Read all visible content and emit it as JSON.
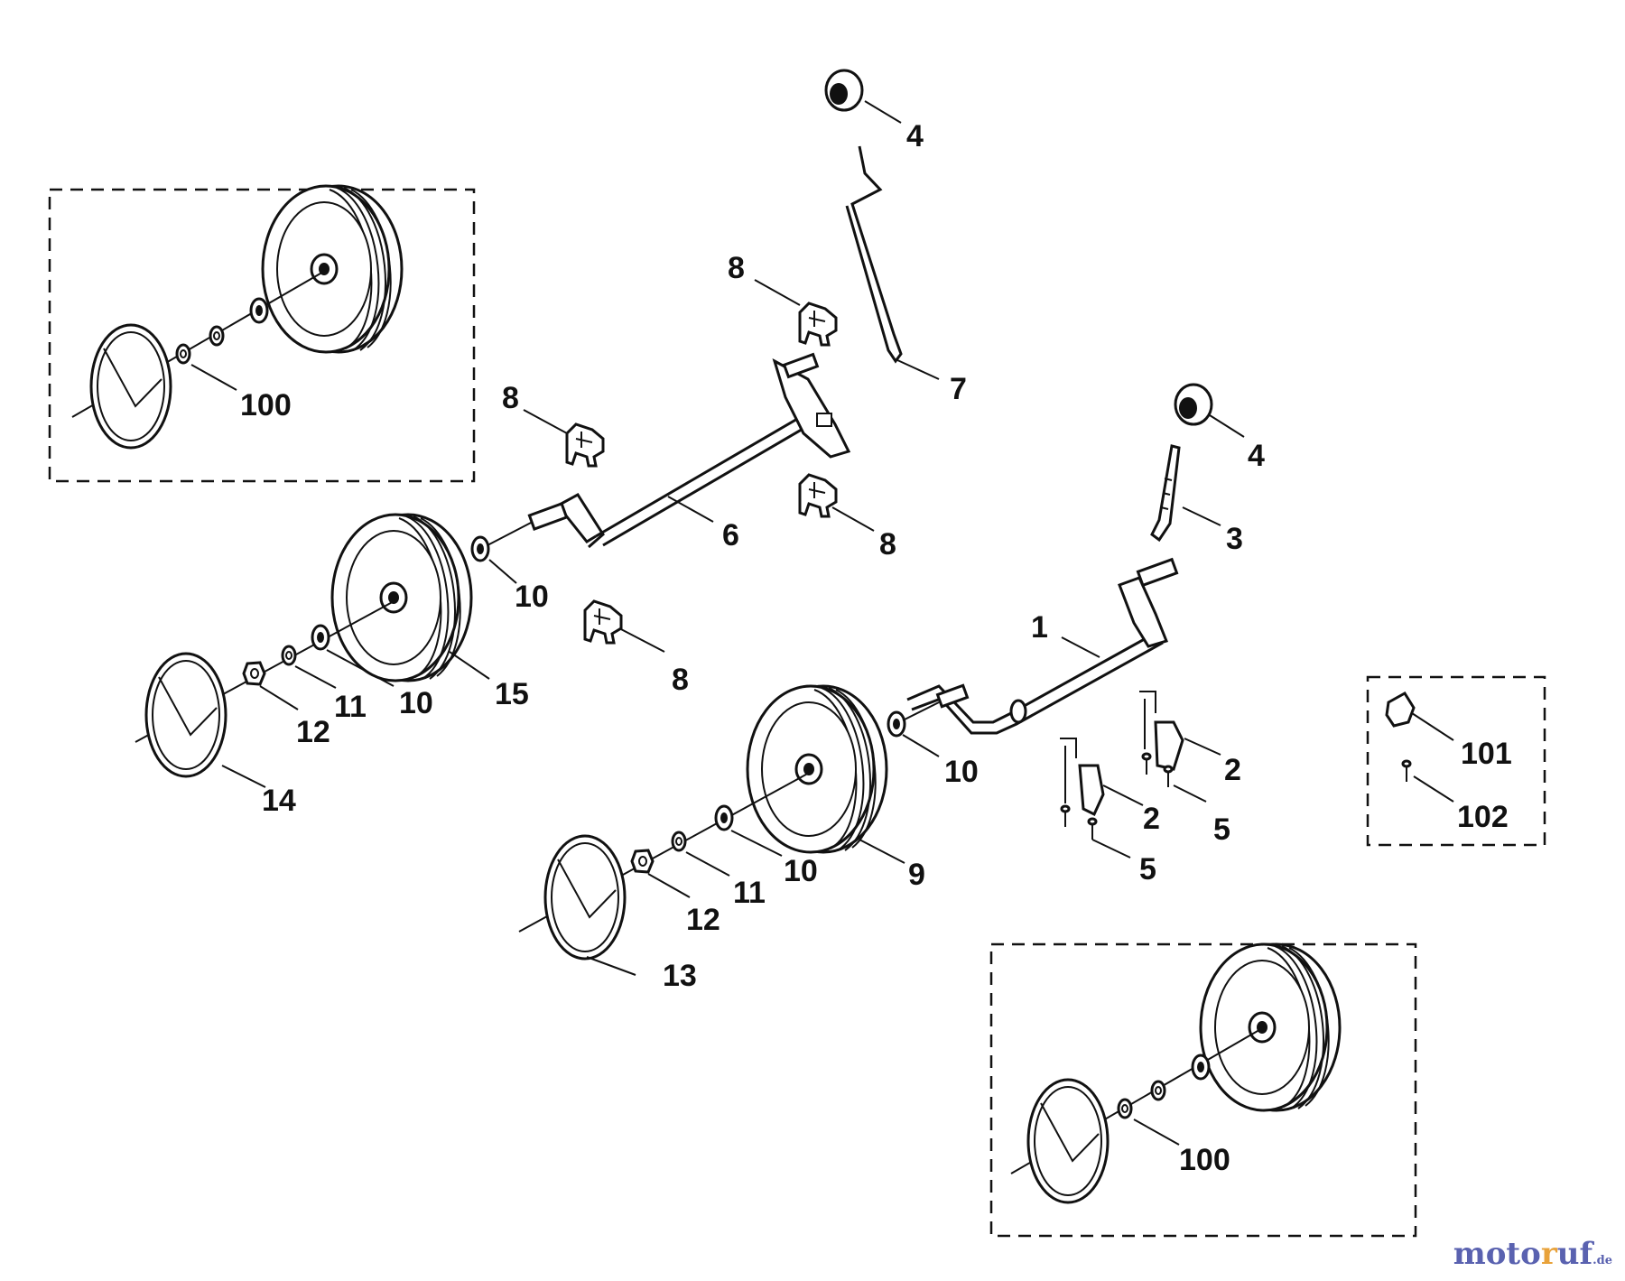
{
  "diagram": {
    "labels": {
      "l1": "1",
      "l2a": "2",
      "l2b": "2",
      "l3": "3",
      "l4a": "4",
      "l4b": "4",
      "l5a": "5",
      "l5b": "5",
      "l6": "6",
      "l7": "7",
      "l8a": "8",
      "l8b": "8",
      "l8c": "8",
      "l8d": "8",
      "l9": "9",
      "l10a": "10",
      "l10b": "10",
      "l10c": "10",
      "l10d": "10",
      "l11a": "11",
      "l11b": "11",
      "l12a": "12",
      "l12b": "12",
      "l13": "13",
      "l14": "14",
      "l15": "15",
      "l100a": "100",
      "l100b": "100",
      "l101": "101",
      "l102": "102"
    }
  },
  "watermark": {
    "part1": "moto",
    "part2": "r",
    "part3": "uf",
    "tld": ".de"
  }
}
